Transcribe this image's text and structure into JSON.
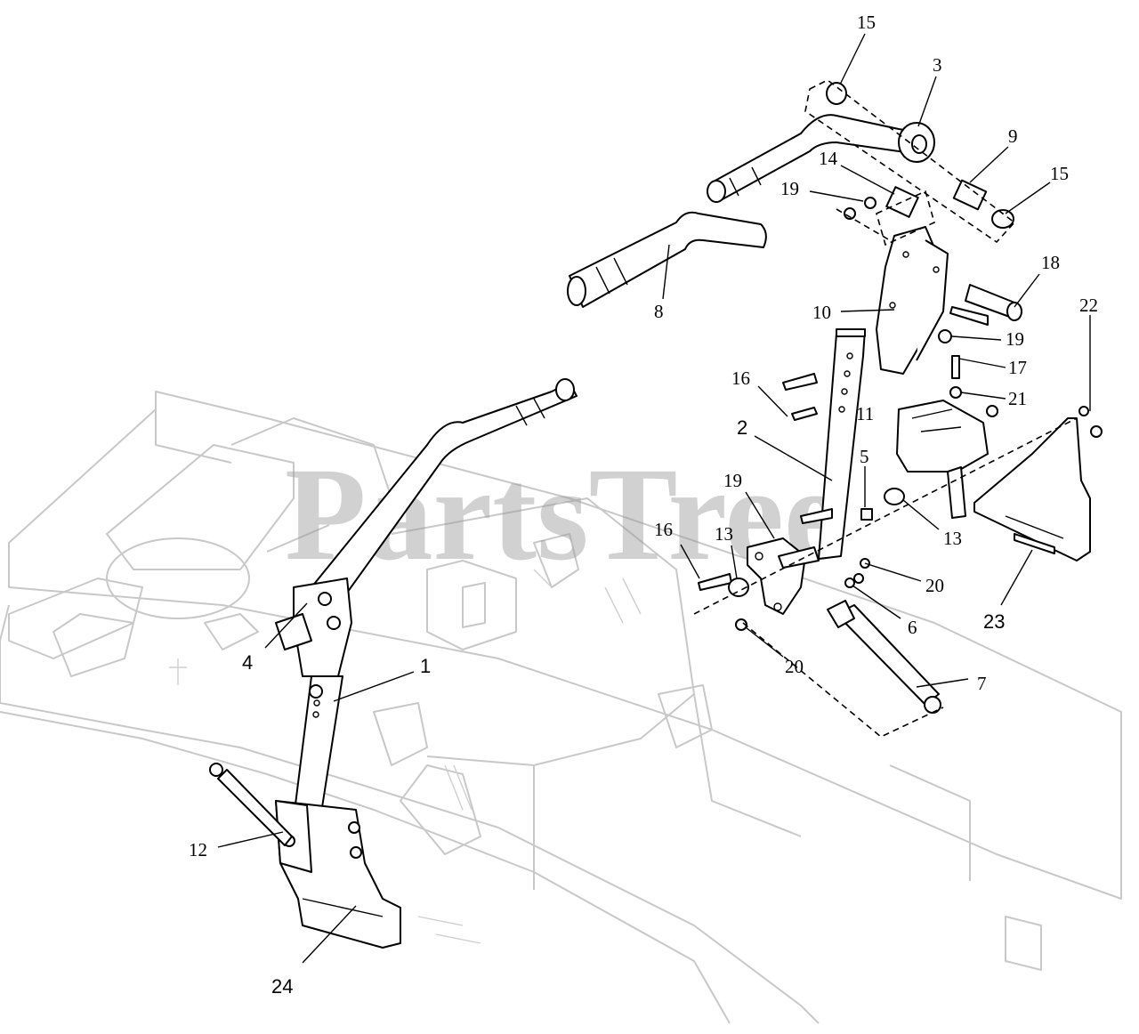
{
  "watermark": "PartsTree",
  "callouts": [
    {
      "id": "15a",
      "label": "15"
    },
    {
      "id": "3",
      "label": "3"
    },
    {
      "id": "9",
      "label": "9"
    },
    {
      "id": "15b",
      "label": "15"
    },
    {
      "id": "14",
      "label": "14"
    },
    {
      "id": "19a",
      "label": "19"
    },
    {
      "id": "18",
      "label": "18"
    },
    {
      "id": "8",
      "label": "8"
    },
    {
      "id": "10",
      "label": "10"
    },
    {
      "id": "19b",
      "label": "19"
    },
    {
      "id": "22",
      "label": "22"
    },
    {
      "id": "17",
      "label": "17"
    },
    {
      "id": "16a",
      "label": "16"
    },
    {
      "id": "21",
      "label": "21"
    },
    {
      "id": "11",
      "label": "11"
    },
    {
      "id": "2",
      "label": "2"
    },
    {
      "id": "5",
      "label": "5"
    },
    {
      "id": "19c",
      "label": "19"
    },
    {
      "id": "13a",
      "label": "13"
    },
    {
      "id": "13b",
      "label": "13"
    },
    {
      "id": "16b",
      "label": "16"
    },
    {
      "id": "20a",
      "label": "20"
    },
    {
      "id": "23",
      "label": "23"
    },
    {
      "id": "6",
      "label": "6"
    },
    {
      "id": "4",
      "label": "4"
    },
    {
      "id": "1",
      "label": "1"
    },
    {
      "id": "20b",
      "label": "20"
    },
    {
      "id": "7",
      "label": "7"
    },
    {
      "id": "12",
      "label": "12"
    },
    {
      "id": "24",
      "label": "24"
    }
  ]
}
